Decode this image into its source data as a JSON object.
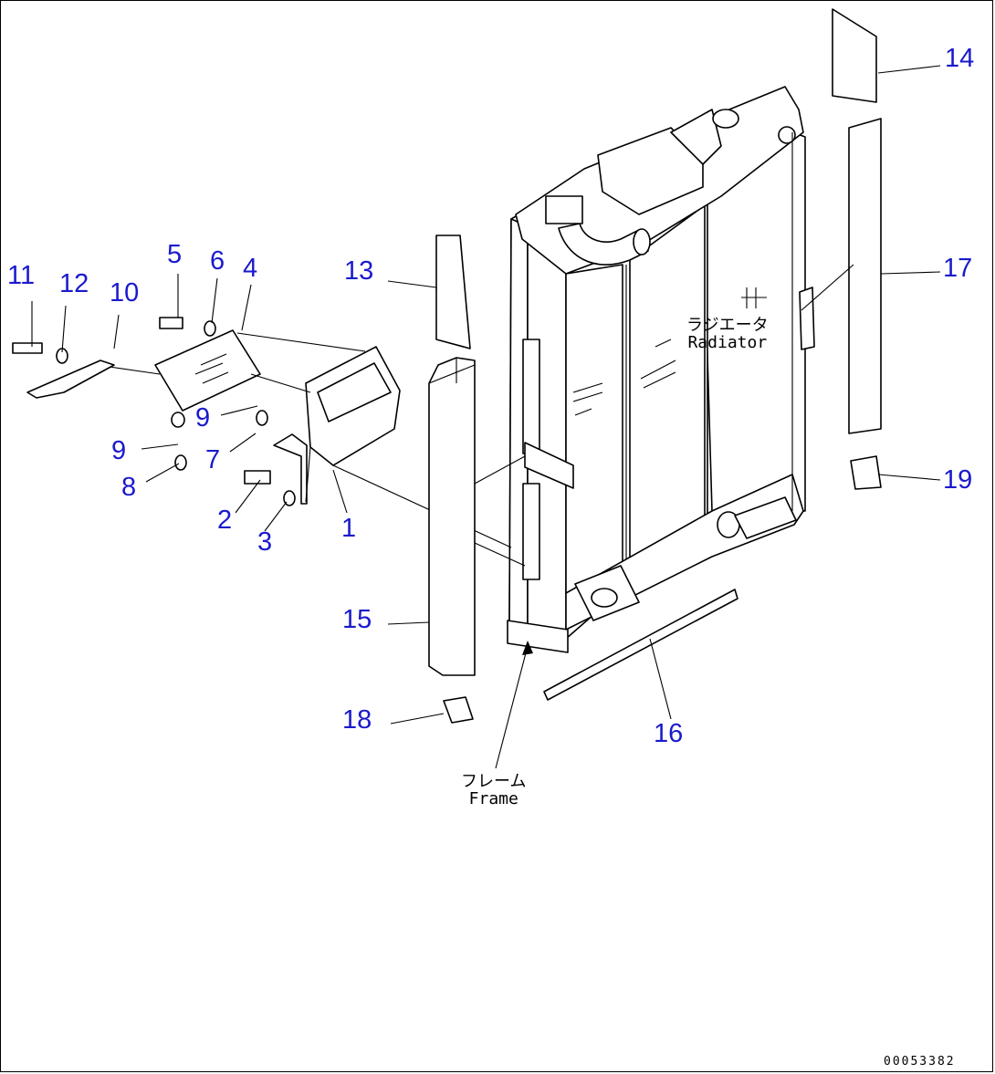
{
  "callouts": {
    "c1": "1",
    "c2": "2",
    "c3": "3",
    "c4": "4",
    "c5": "5",
    "c6": "6",
    "c7": "7",
    "c8": "8",
    "c9a": "9",
    "c9b": "9",
    "c10": "10",
    "c11": "11",
    "c12": "12",
    "c13": "13",
    "c14": "14",
    "c15": "15",
    "c16": "16",
    "c17": "17",
    "c18": "18",
    "c19": "19"
  },
  "notes": {
    "radiator_jp": "ラジエータ",
    "radiator_en": "Radiator",
    "frame_jp": "フレーム",
    "frame_en": "Frame"
  },
  "document_id": "00053382",
  "colors": {
    "callout": "#1a1acd",
    "line": "#000000",
    "background": "#ffffff"
  }
}
